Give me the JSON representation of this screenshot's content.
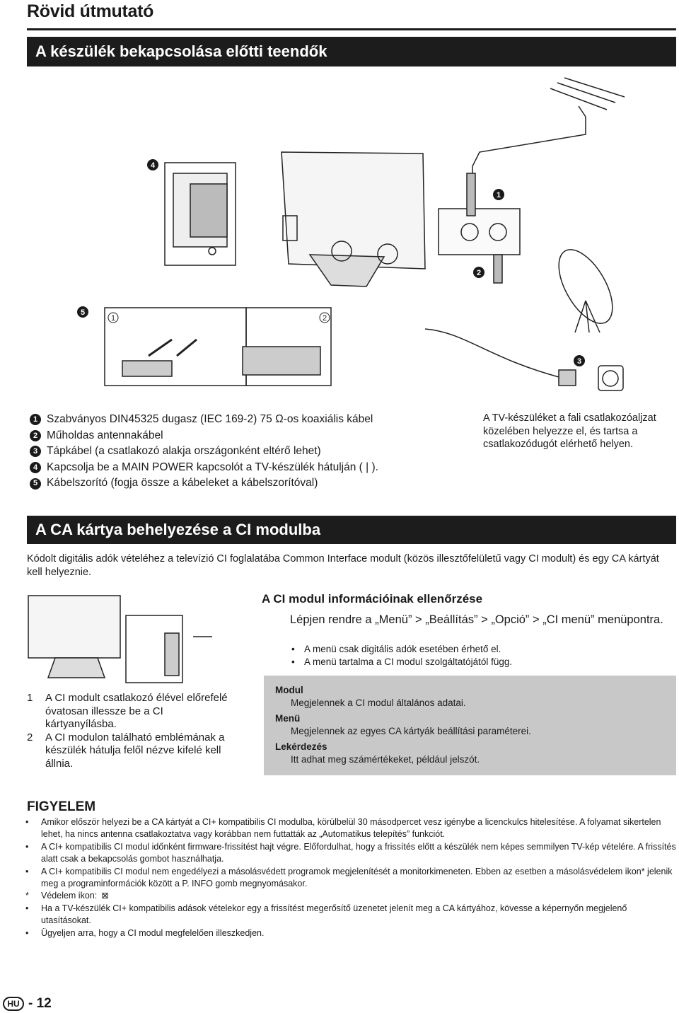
{
  "page": {
    "title": "Rövid útmutató",
    "section1": "A készülék bekapcsolása előtti teendők",
    "section2": "A CA kártya behelyezése a CI modulba",
    "page_lang": "HU",
    "page_number": "- 12"
  },
  "diagram": {
    "callouts": [
      "4",
      "1",
      "2",
      "5",
      "3"
    ],
    "inset_labels": [
      "1",
      "2"
    ]
  },
  "legend": [
    {
      "num": "1",
      "text": "Szabványos DIN45325 dugasz (IEC 169-2) 75 Ω-os koaxiális kábel"
    },
    {
      "num": "2",
      "text": "Műholdas antennakábel"
    },
    {
      "num": "3",
      "text": "Tápkábel (a csatlakozó alakja országonként eltérő lehet)"
    },
    {
      "num": "4",
      "text": "Kapcsolja be a MAIN POWER kapcsolót a TV-készülék hátulján ( | )."
    },
    {
      "num": "5",
      "text": "Kábelszorító (fogja össze a kábeleket a kábelszorítóval)"
    }
  ],
  "side_note": "A TV-készüléket a fali csatlakozóaljzat közelében helyezze el, és tartsa a csatlakozódugót elérhető helyen.",
  "ci": {
    "intro": "Kódolt digitális adók vételéhez a televízió CI foglalatába Common Interface modult (közös illesztőfelületű vagy CI modult) és egy CA kártyát kell helyeznie.",
    "heading": "A CI modul információinak ellenőrzése",
    "step": "Lépjen rendre a „Menü” > „Beállítás” > „Opció” > „CI menü” menüpontra.",
    "bullets": [
      "A menü csak digitális adók esetében érhető el.",
      "A menü tartalma a CI modul szolgáltatójától függ."
    ],
    "steps": [
      {
        "n": "1",
        "text": "A CI modult csatlakozó élével előrefelé óvatosan illessze be a CI kártyanyílásba."
      },
      {
        "n": "2",
        "text": "A CI modulon található emblémának a készülék hátulja felől nézve kifelé kell állnia."
      }
    ],
    "box": [
      {
        "term": "Modul",
        "desc": "Megjelennek a CI modul általános adatai."
      },
      {
        "term": "Menü",
        "desc": "Megjelennek az egyes CA kártyák beállítási paraméterei."
      },
      {
        "term": "Lekérdezés",
        "desc": "Itt adhat meg számértékeket, például jelszót."
      }
    ]
  },
  "warning": {
    "heading": "FIGYELEM",
    "items": [
      {
        "mark": "•",
        "text": "Amikor először helyezi be a CA kártyát a CI+ kompatibilis CI modulba, körülbelül 30 másodpercet vesz igénybe a licenckulcs hitelesítése. A folyamat sikertelen lehet, ha nincs antenna csatlakoztatva vagy korábban nem futtatták az „Automatikus telepítés” funkciót."
      },
      {
        "mark": "•",
        "text": "A CI+ kompatibilis CI modul időnként firmware-frissítést hajt végre. Előfordulhat, hogy a frissítés előtt a készülék nem képes semmilyen TV-kép vételére. A frissítés alatt csak a bekapcsolás gombot használhatja."
      },
      {
        "mark": "•",
        "text": "A CI+ kompatibilis CI modul nem engedélyezi a másolásvédett programok megjelenítését a monitorkimeneten. Ebben az esetben a másolásvédelem ikon* jelenik meg a programinformációk között a P. INFO gomb megnyomásakor."
      },
      {
        "mark": "*",
        "text": "Védelem ikon:"
      },
      {
        "mark": "•",
        "text": "Ha a TV-készülék CI+ kompatibilis adások vételekor egy a frissítést megerősítő üzenetet jelenít meg a CA kártyához, kövesse a képernyőn megjelenő utasításokat."
      },
      {
        "mark": "•",
        "text": "Ügyeljen arra, hogy a CI modul megfelelően illeszkedjen."
      }
    ]
  }
}
